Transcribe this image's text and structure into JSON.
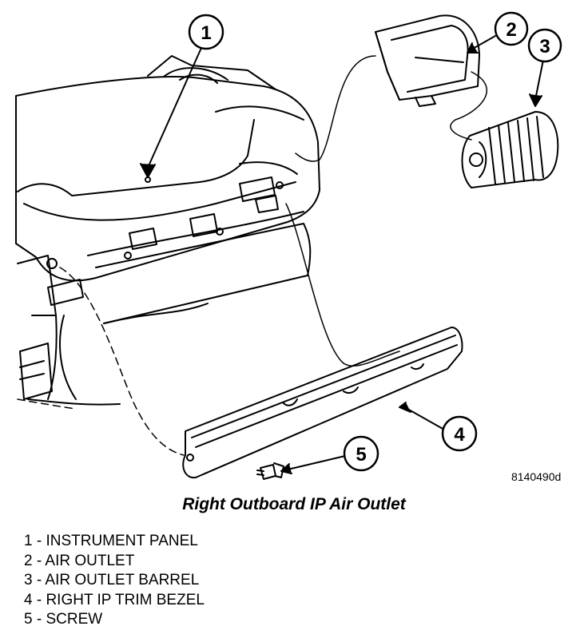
{
  "figure_id": "8140490d",
  "caption": "Right Outboard IP Air Outlet",
  "callouts": [
    "1",
    "2",
    "3",
    "4",
    "5"
  ],
  "legend": [
    "1 - INSTRUMENT PANEL",
    "2 - AIR OUTLET",
    "3 - AIR OUTLET BARREL",
    "4 - RIGHT IP TRIM BEZEL",
    "5 - SCREW"
  ]
}
